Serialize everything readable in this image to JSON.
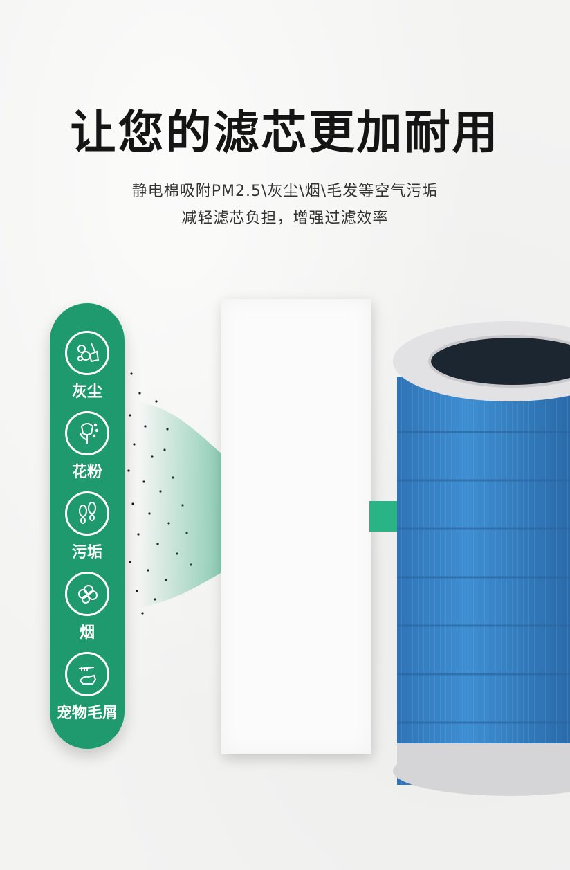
{
  "headline": "让您的滤芯更加耐用",
  "subtitle_line1": "静电棉吸附PM2.5\\灰尘\\烟\\毛发等空气污垢",
  "subtitle_line2": "减轻滤芯负担，增强过滤效率",
  "pollutants": [
    {
      "label": "灰尘",
      "icon": "dust-icon"
    },
    {
      "label": "花粉",
      "icon": "pollen-flower-icon"
    },
    {
      "label": "污垢",
      "icon": "footprint-dirt-icon"
    },
    {
      "label": "烟",
      "icon": "smoke-cloud-icon"
    },
    {
      "label": "宠物毛屑",
      "icon": "pet-dander-icon"
    }
  ],
  "colors": {
    "accent_green": "#1e9a6e",
    "filter_blue": "#3a86c8",
    "sheet_white": "#fbfbfb"
  }
}
